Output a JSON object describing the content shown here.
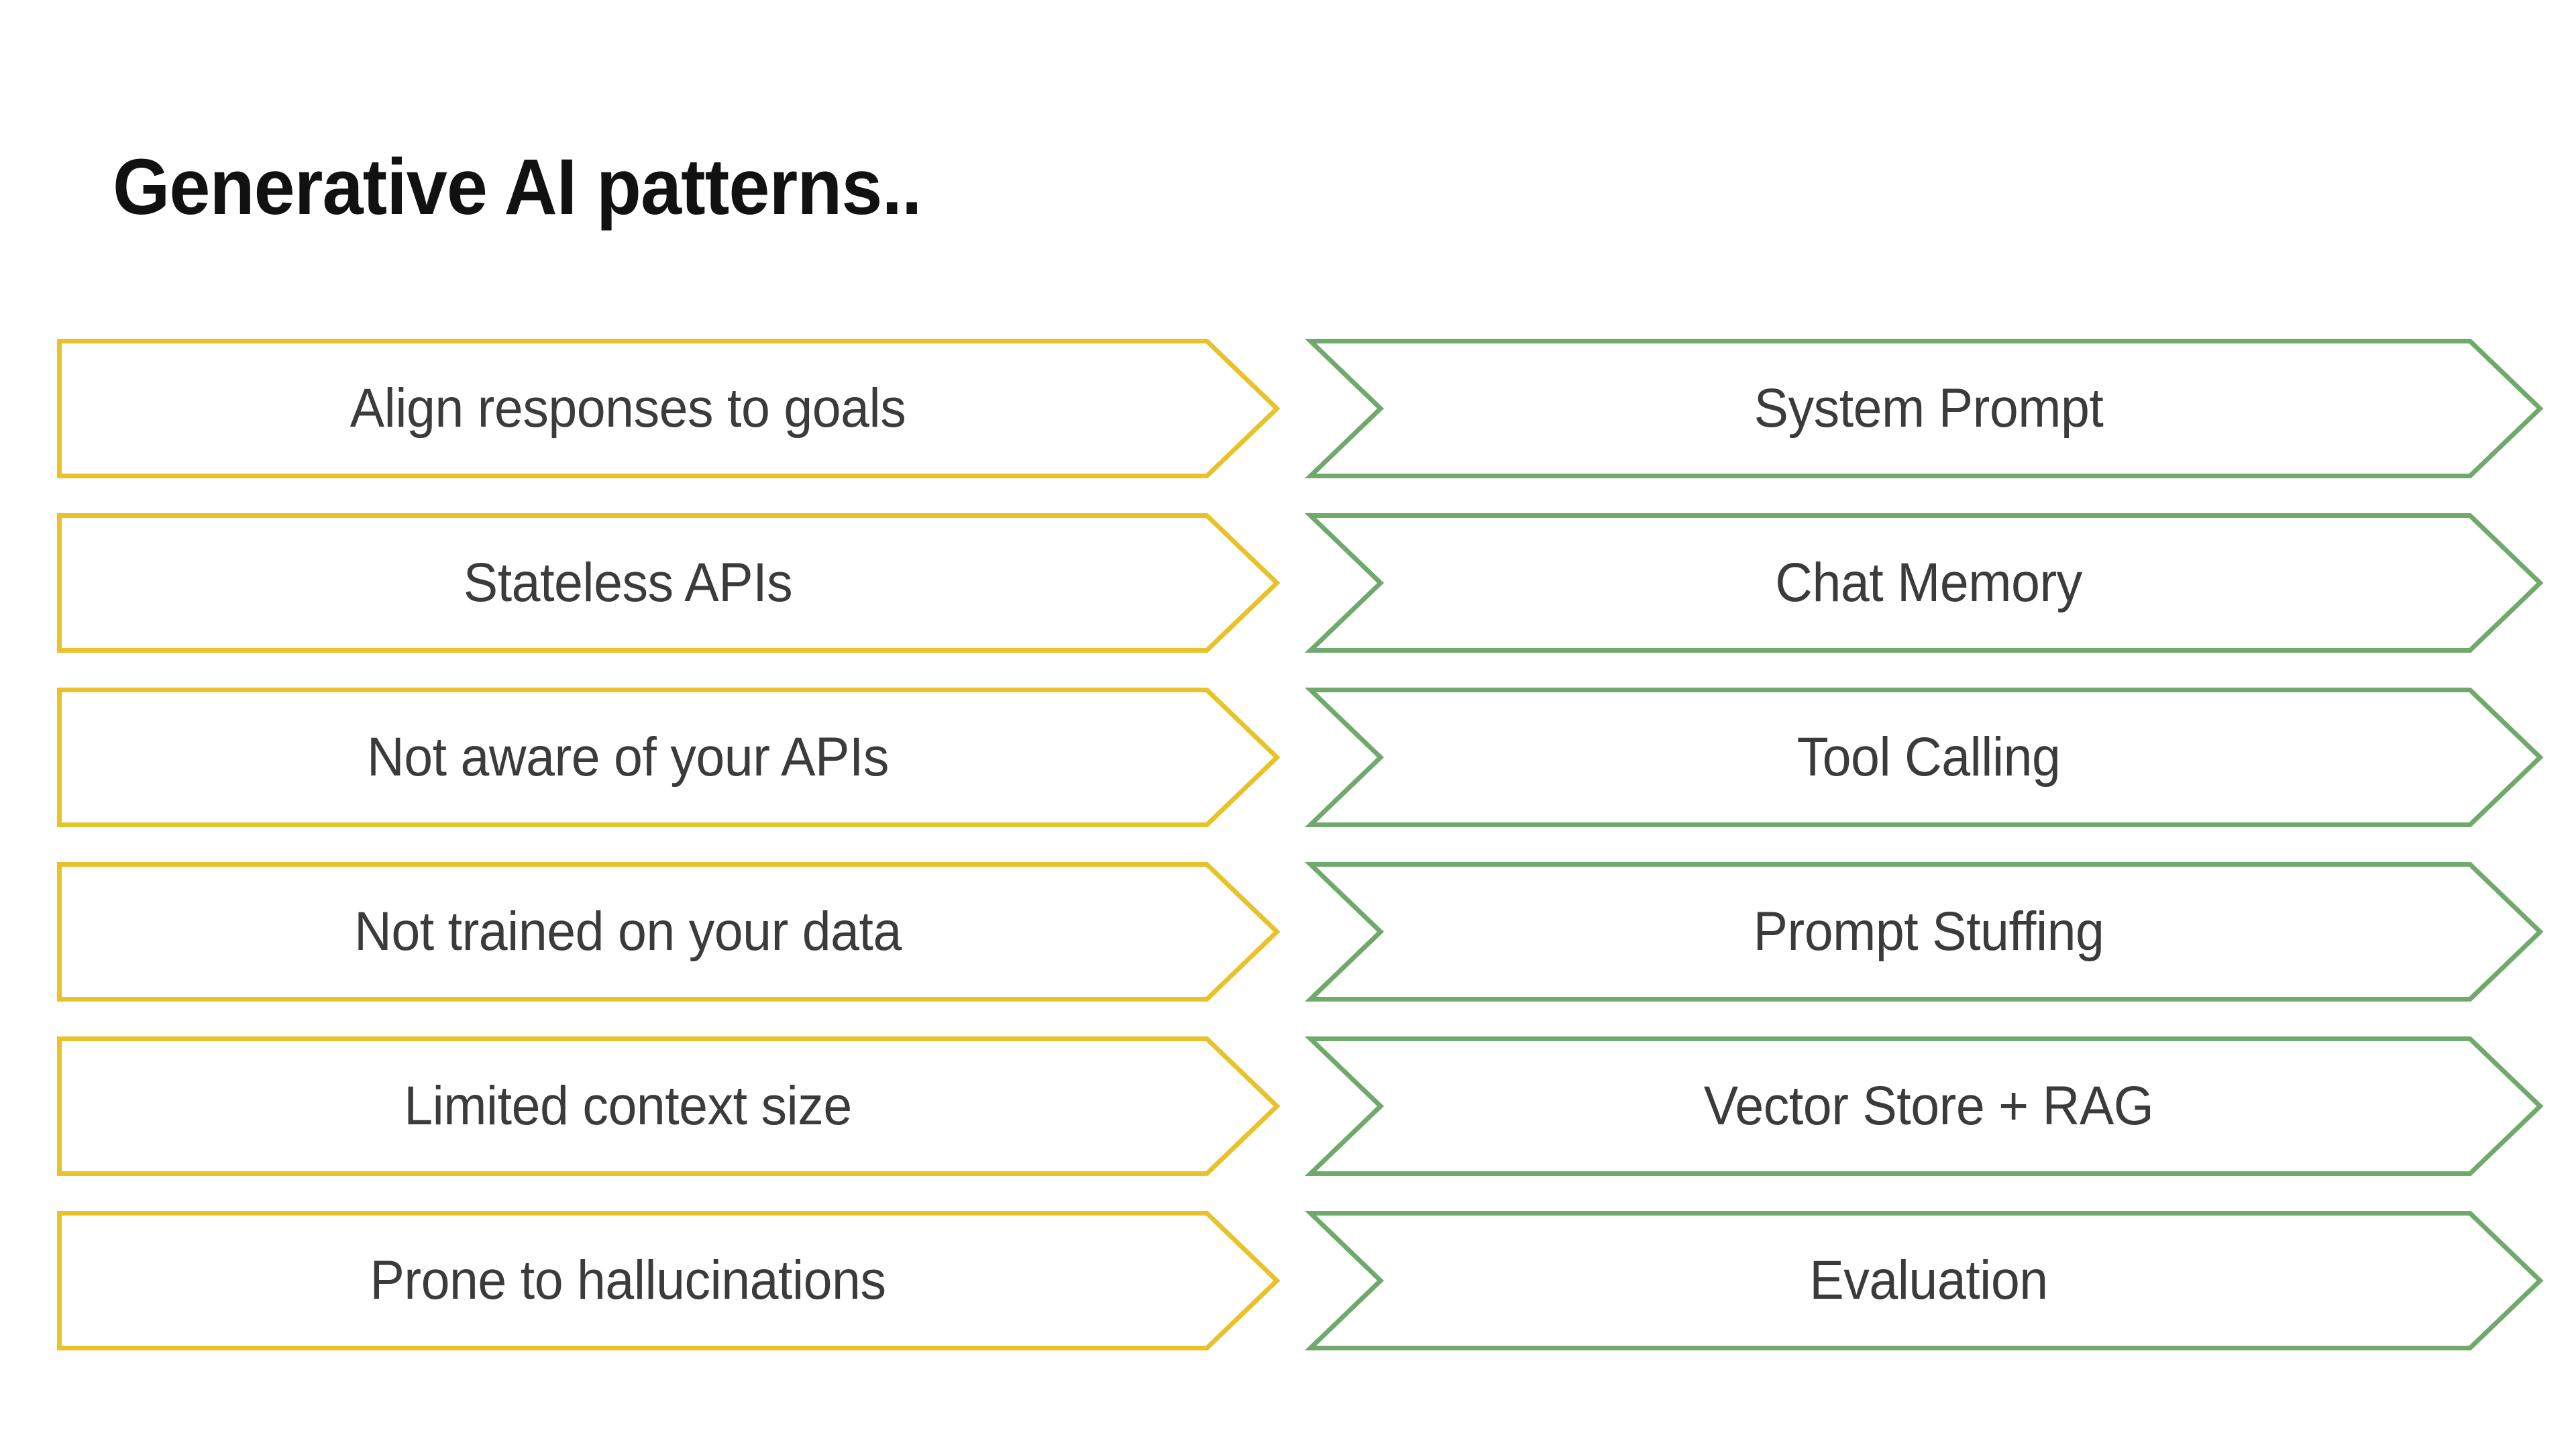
{
  "slide": {
    "title": "Generative AI patterns..",
    "background_color": "#ffffff"
  },
  "colors": {
    "problem_stroke": "#E9C229",
    "solution_stroke": "#6FA96B",
    "label_text": "#3b3b3b",
    "title_text": "#111111"
  },
  "columns": {
    "left": {
      "name": "problems",
      "stroke_color": "#E9C229",
      "shape": "pentagon-arrow-right"
    },
    "right": {
      "name": "solutions",
      "stroke_color": "#6FA96B",
      "shape": "chevron-arrow-right"
    }
  },
  "rows": [
    {
      "problem": "Align responses to goals",
      "solution": "System Prompt"
    },
    {
      "problem": "Stateless APIs",
      "solution": "Chat Memory"
    },
    {
      "problem": "Not aware of your APIs",
      "solution": "Tool Calling"
    },
    {
      "problem": "Not trained on your data",
      "solution": "Prompt Stuffing"
    },
    {
      "problem": "Limited context size",
      "solution": "Vector Store + RAG"
    },
    {
      "problem": "Prone to hallucinations",
      "solution": "Evaluation"
    }
  ]
}
